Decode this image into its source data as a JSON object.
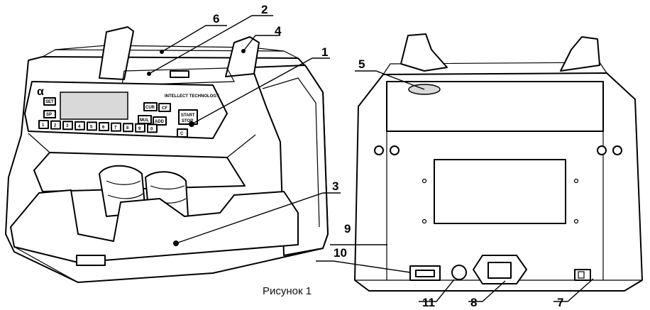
{
  "figure": {
    "caption": "Рисунок 1"
  },
  "panel": {
    "logo": "α",
    "brand_text": "INTELLECT TECHNOLOGY",
    "buttons": {
      "set": "SET",
      "sp": "SP",
      "cur": "CUR",
      "cf": "CF",
      "mul": "MUL",
      "add": "ADD",
      "start_stop_1": "START",
      "start_stop_2": "STOP",
      "clear": "C"
    },
    "digits": [
      "1",
      "2",
      "3",
      "4",
      "5",
      "6",
      "7",
      "8",
      "9",
      "0"
    ]
  },
  "callouts": {
    "c1": "1",
    "c2": "2",
    "c3": "3",
    "c4": "4",
    "c5": "5",
    "c6": "6",
    "c7": "7",
    "c8": "8",
    "c9": "9",
    "c10": "10",
    "c11": "11"
  }
}
